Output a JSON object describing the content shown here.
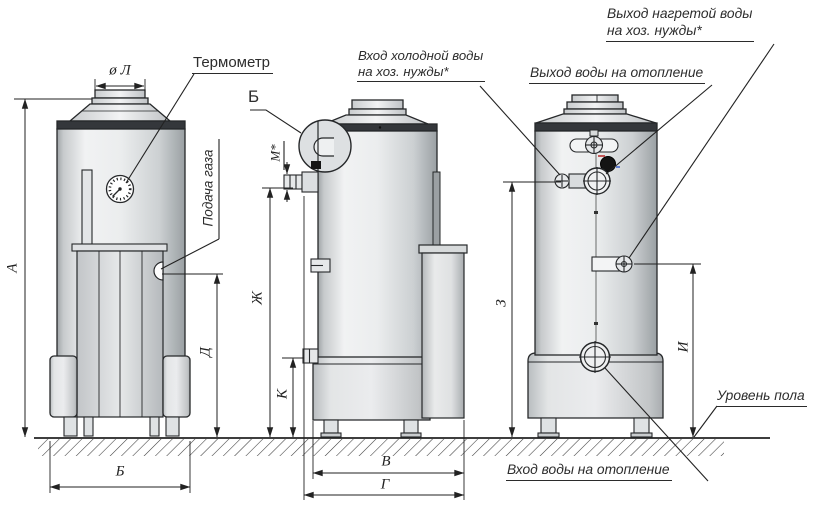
{
  "drawing": {
    "annotations": {
      "thermometer": "Термометр",
      "gas_supply": "Подача газа",
      "cold_in_line1": "Вход холодной воды",
      "cold_in_line2": "на хоз. нужды*",
      "hot_out_line1": "Выход нагретой воды",
      "hot_out_line2": "на хоз. нужды*",
      "heating_out": "Выход воды на отопление",
      "heating_in": "Вход воды на отопление",
      "floor_level": "Уровень пола",
      "detail_mark": "Б"
    },
    "dim_labels": {
      "a": "А",
      "b": "Б",
      "v": "В",
      "g": "Г",
      "d": "Д",
      "zh": "Ж",
      "z": "З",
      "i": "И",
      "k": "К",
      "l": "ø Л",
      "m": "М*"
    },
    "colors": {
      "line": "#222222",
      "dark_band": "#34373b",
      "knob": "#141414",
      "accent_red": "#bb3333",
      "accent_blue": "#4466cc"
    }
  }
}
